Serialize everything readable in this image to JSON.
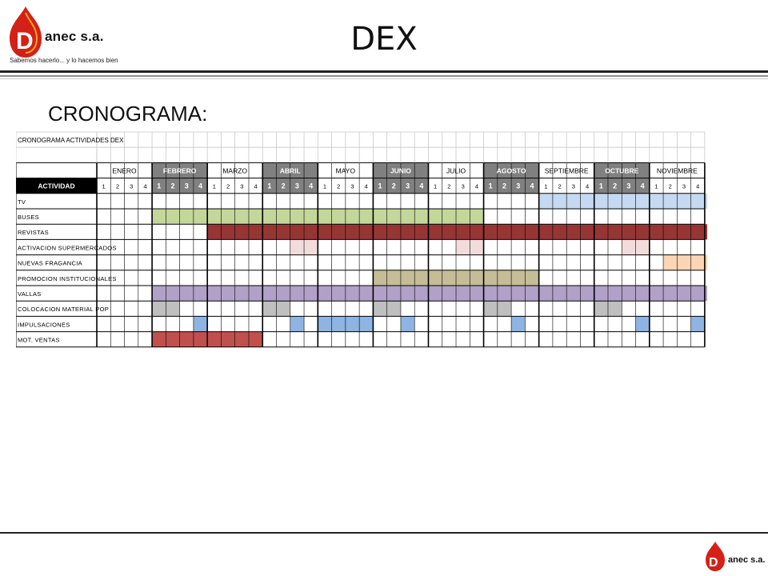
{
  "logo": {
    "brand": "anec s.a.",
    "tagline": "Sabemos hacerlo... y lo hacemos bien"
  },
  "slide": {
    "title": "DEX",
    "subtitle": "CRONOGRAMA:"
  },
  "footer": {
    "brand": "anec s.a."
  },
  "schedule": {
    "heading": "CRONOGRAMA ACTIVIDADES DEX",
    "activity_header": "ACTIVIDAD",
    "months": [
      {
        "name": "ENERO",
        "dark": false
      },
      {
        "name": "FEBRERO",
        "dark": true
      },
      {
        "name": "MARZO",
        "dark": false
      },
      {
        "name": "ABRIL",
        "dark": true
      },
      {
        "name": "MAYO",
        "dark": false
      },
      {
        "name": "JUNIO",
        "dark": true
      },
      {
        "name": "JULIO",
        "dark": false
      },
      {
        "name": "AGOSTO",
        "dark": true
      },
      {
        "name": "SEPTIEMBRE",
        "dark": false
      },
      {
        "name": "OCTUBRE",
        "dark": true
      },
      {
        "name": "NOVIEMBRE",
        "dark": false
      }
    ],
    "weeks": [
      "1",
      "2",
      "3",
      "4"
    ],
    "colors": {
      "tv": "#c5d9f1",
      "buses": "#c4d79b",
      "revistas": "#963634",
      "pink": "#f2dcdb",
      "orange": "#fcd5b4",
      "olive": "#c4bd97",
      "vallas": "#b1a0c7",
      "gray": "#bfbfbf",
      "blue": "#8db4e2",
      "ventas": "#c0504d"
    },
    "activities": [
      {
        "name": "TV",
        "segments": [
          {
            "start": 32,
            "end": 44,
            "color": "tv"
          }
        ]
      },
      {
        "name": "BUSES",
        "segments": [
          {
            "start": 4,
            "end": 27,
            "color": "buses"
          }
        ]
      },
      {
        "name": "REVISTAS",
        "segments": [
          {
            "start": 8,
            "end": 44,
            "color": "revistas"
          }
        ]
      },
      {
        "name": "ACTIVACION SUPERMERCADOS",
        "segments": [
          {
            "start": 14,
            "end": 15,
            "color": "pink"
          },
          {
            "start": 26,
            "end": 27,
            "color": "pink"
          },
          {
            "start": 38,
            "end": 39,
            "color": "pink"
          }
        ]
      },
      {
        "name": "NUEVAS FRAGANCIA",
        "segments": [
          {
            "start": 41,
            "end": 44,
            "color": "orange"
          }
        ]
      },
      {
        "name": "PROMOCION INSTITUCIONALES",
        "segments": [
          {
            "start": 20,
            "end": 31,
            "color": "olive"
          }
        ]
      },
      {
        "name": "VALLAS",
        "segments": [
          {
            "start": 4,
            "end": 44,
            "color": "vallas"
          }
        ]
      },
      {
        "name": "COLOCACION MATERIAL POP",
        "segments": [
          {
            "start": 4,
            "end": 5,
            "color": "gray"
          },
          {
            "start": 12,
            "end": 13,
            "color": "gray"
          },
          {
            "start": 20,
            "end": 21,
            "color": "gray"
          },
          {
            "start": 28,
            "end": 29,
            "color": "gray"
          },
          {
            "start": 36,
            "end": 37,
            "color": "gray"
          }
        ]
      },
      {
        "name": "IMPULSACIONES",
        "segments": [
          {
            "start": 7,
            "end": 7,
            "color": "blue"
          },
          {
            "start": 14,
            "end": 14,
            "color": "blue"
          },
          {
            "start": 16,
            "end": 19,
            "color": "blue"
          },
          {
            "start": 22,
            "end": 22,
            "color": "blue"
          },
          {
            "start": 30,
            "end": 30,
            "color": "blue"
          },
          {
            "start": 39,
            "end": 39,
            "color": "blue"
          },
          {
            "start": 43,
            "end": 43,
            "color": "blue"
          }
        ]
      },
      {
        "name": "MOT. VENTAS",
        "segments": [
          {
            "start": 4,
            "end": 11,
            "color": "ventas"
          }
        ]
      }
    ]
  }
}
